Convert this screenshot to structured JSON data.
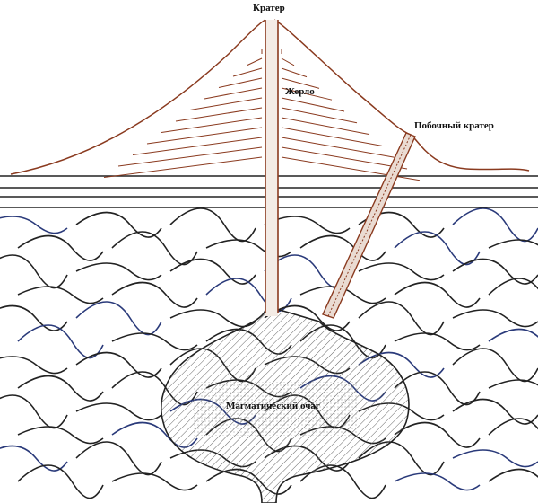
{
  "title": "Volcano structure diagram",
  "labels": {
    "crater": "Кратер",
    "vent": "Жерло",
    "side_crater": "Побочный кратер",
    "magma_chamber": "Магматический очаг"
  },
  "colors": {
    "cone_lines": "#8a3a1f",
    "strata_lines": "#222222",
    "hatch": "#555555",
    "blue_accent": "#2a3a7a"
  }
}
